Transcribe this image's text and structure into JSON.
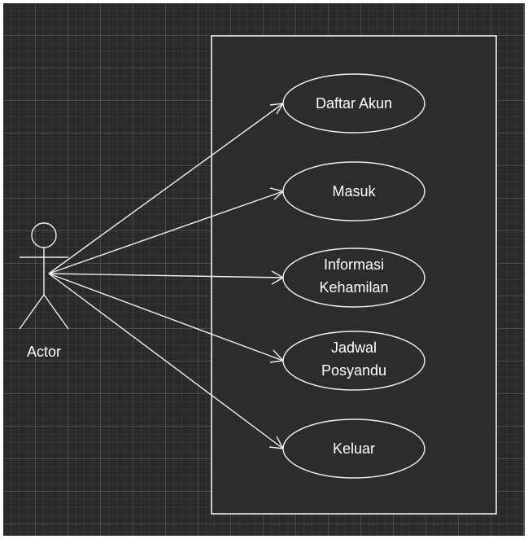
{
  "diagram": {
    "actor": {
      "label": "Actor"
    },
    "use_cases": [
      {
        "lines": [
          "Daftar Akun"
        ]
      },
      {
        "lines": [
          "Masuk"
        ]
      },
      {
        "lines": [
          "Informasi",
          "Kehamilan"
        ]
      },
      {
        "lines": [
          "Jadwal",
          "Posyandu"
        ]
      },
      {
        "lines": [
          "Keluar"
        ]
      }
    ]
  }
}
